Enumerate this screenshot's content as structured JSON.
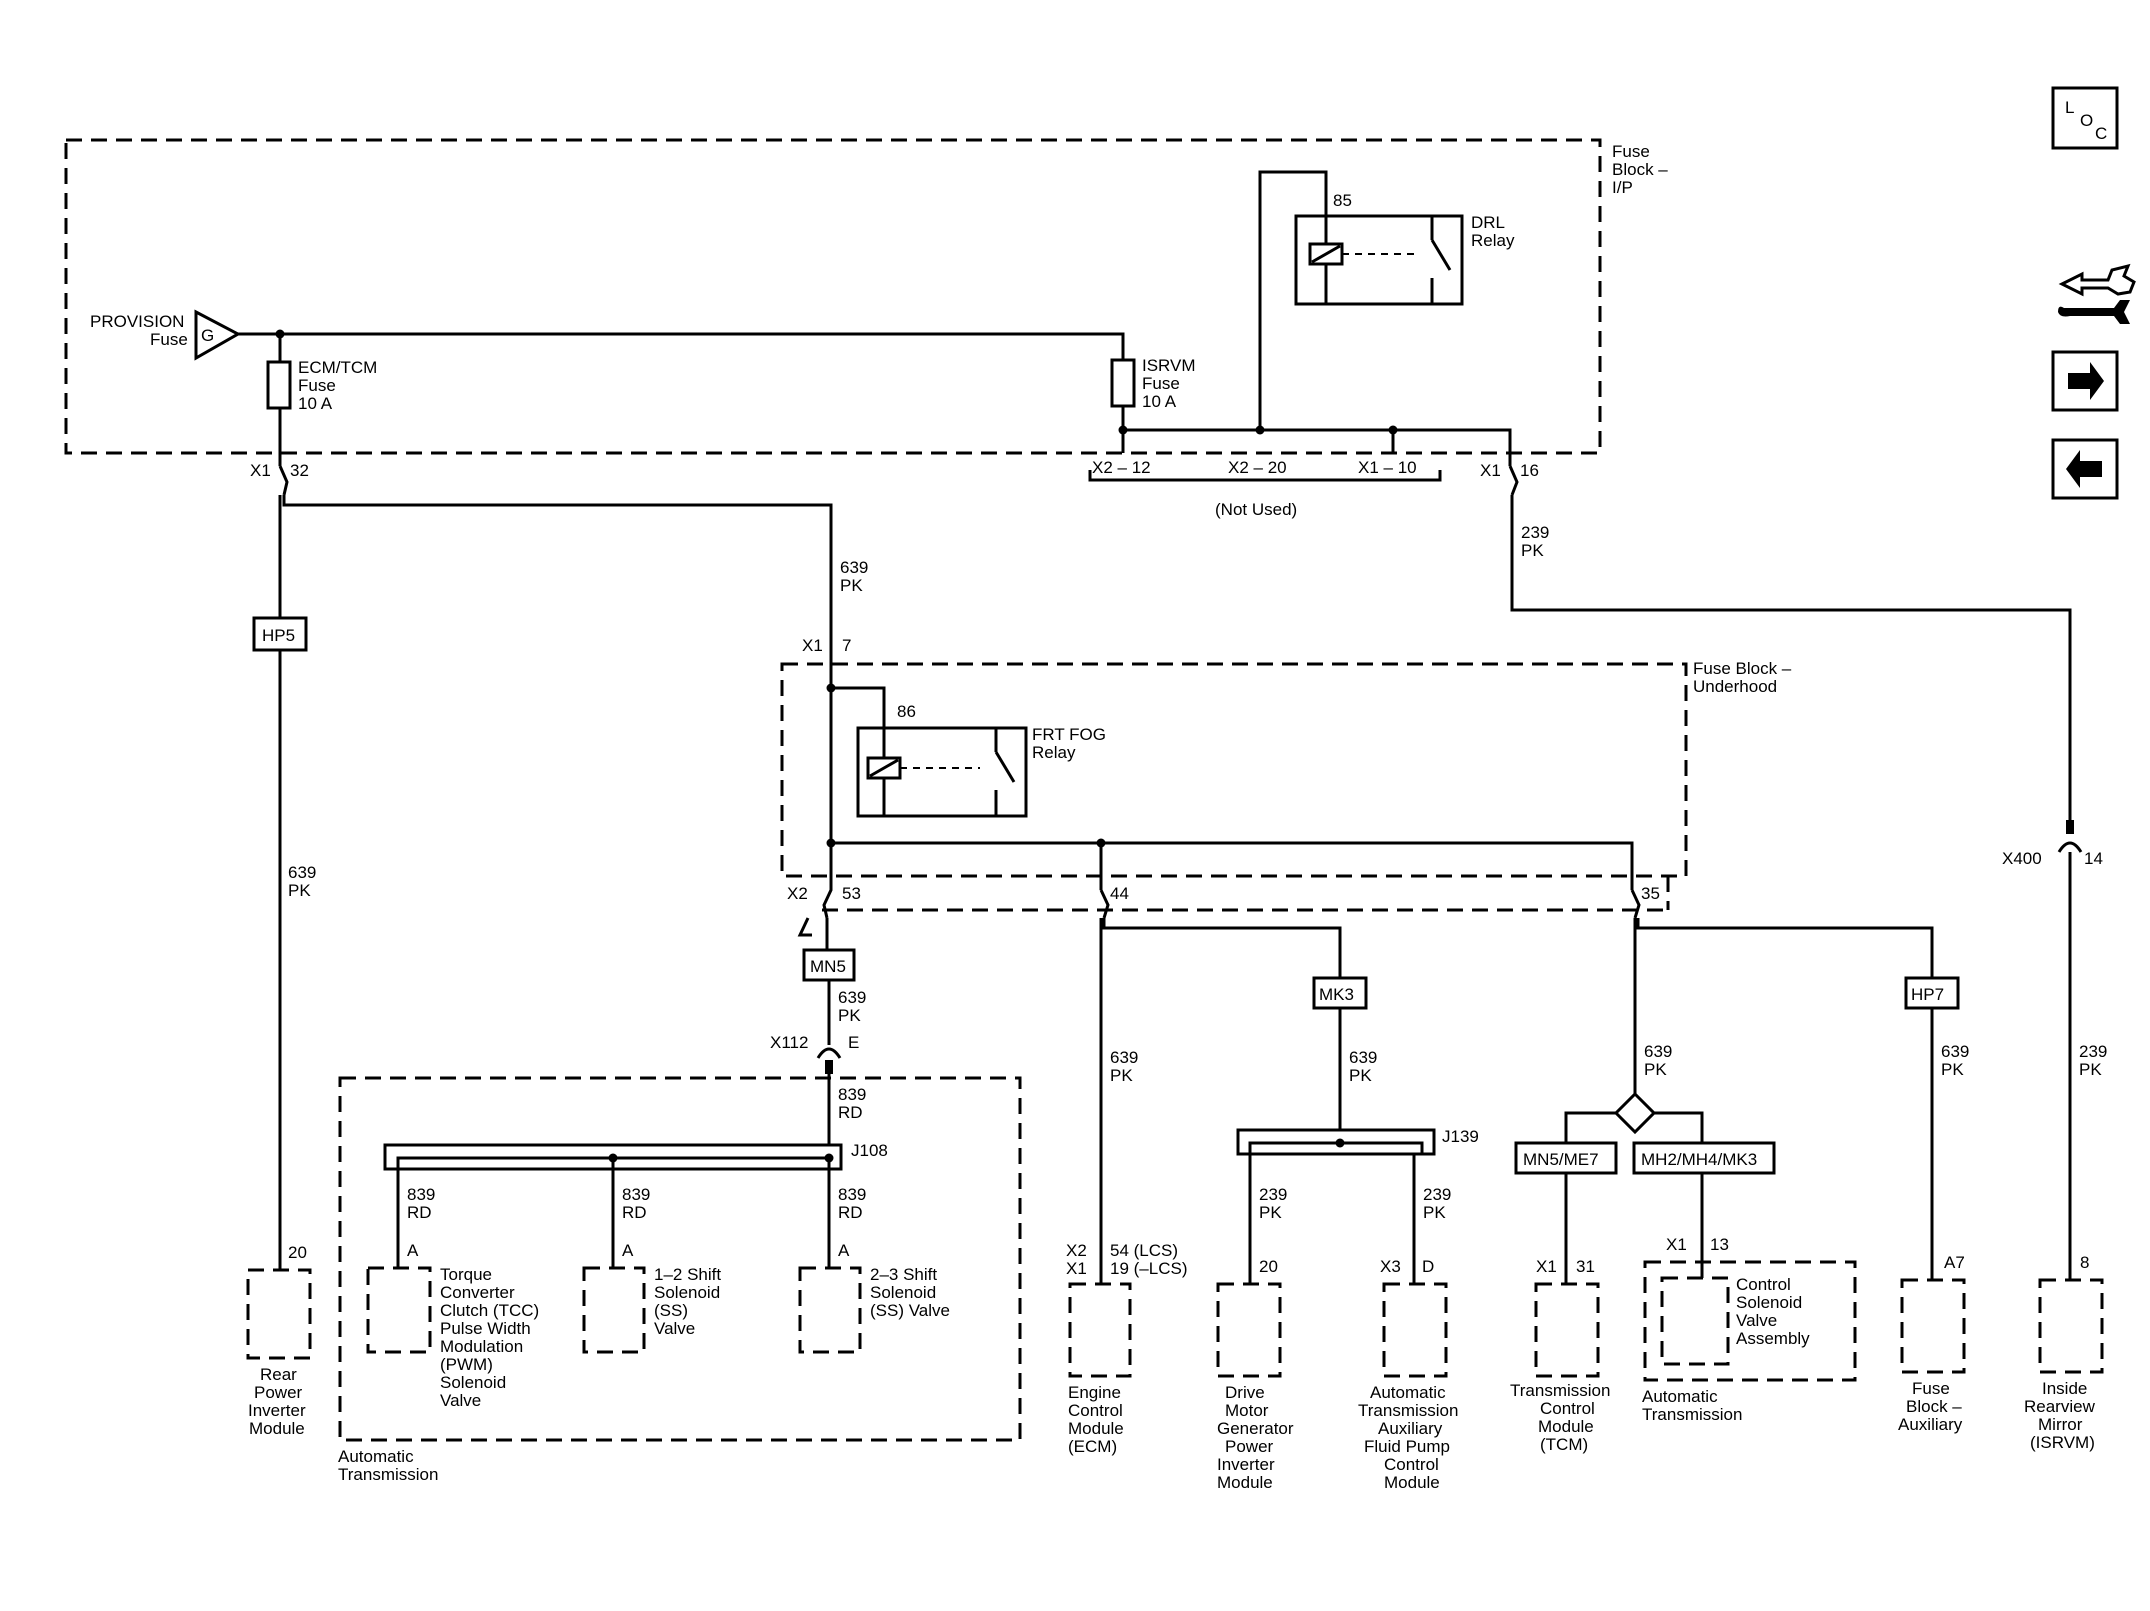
{
  "fuse_block_ip": {
    "label": [
      "Fuse",
      "Block –",
      "I/P"
    ]
  },
  "provision": {
    "label": "PROVISION",
    "sub": "Fuse",
    "g": "G"
  },
  "ecm_fuse": {
    "label": [
      "ECM/TCM",
      "Fuse",
      "10 A"
    ]
  },
  "isrvm_fuse": {
    "label": [
      "ISRVM",
      "Fuse",
      "10 A"
    ]
  },
  "drl_relay": {
    "pin": "85",
    "label": [
      "DRL",
      "Relay"
    ]
  },
  "ip_connectors": {
    "x1_32": "X1",
    "x1_32_pin": "32",
    "x2_12": "X2 – 12",
    "x2_20": "X2 – 20",
    "x1_10": "X1 – 10",
    "x1_16": "X1",
    "x1_16_pin": "16",
    "not_used": "(Not Used)"
  },
  "wire_239_top": [
    "239",
    "PK"
  ],
  "wire_639_mid": [
    "639",
    "PK"
  ],
  "wire_639_left": [
    "639",
    "PK"
  ],
  "hp5": "HP5",
  "fuse_block_underhood": {
    "label": [
      "Fuse Block –",
      "Underhood"
    ],
    "x1": "X1",
    "pin7": "7"
  },
  "frt_fog_relay": {
    "pin": "86",
    "label": [
      "FRT FOG",
      "Relay"
    ]
  },
  "underhood_pins": {
    "x2": "X2",
    "p53": "53",
    "p44": "44",
    "p35": "35"
  },
  "mn5": "MN5",
  "wire_639_mn5": [
    "639",
    "PK"
  ],
  "x112": {
    "label": "X112",
    "pin": "E"
  },
  "wire_839_main": [
    "839",
    "RD"
  ],
  "j108": "J108",
  "auto_trans_left": {
    "label": [
      "Automatic",
      "Transmission"
    ]
  },
  "tcc": {
    "wire": [
      "839",
      "RD"
    ],
    "pin": "A",
    "label": [
      "Torque",
      "Converter",
      "Clutch (TCC)",
      "Pulse Width",
      "Modulation",
      "(PWM)",
      "Solenoid",
      "Valve"
    ]
  },
  "ss12": {
    "wire": [
      "839",
      "RD"
    ],
    "pin": "A",
    "label": [
      "1–2 Shift",
      "Solenoid",
      "(SS)",
      "Valve"
    ]
  },
  "ss23": {
    "wire": [
      "839",
      "RD"
    ],
    "pin": "A",
    "label": [
      "2–3 Shift",
      "Solenoid",
      "(SS) Valve"
    ]
  },
  "rear_inverter": {
    "pin": "20",
    "label": [
      "Rear",
      "Power",
      "Inverter",
      "Module"
    ]
  },
  "ecm": {
    "wire": [
      "639",
      "PK"
    ],
    "conn": [
      "X2",
      "X1"
    ],
    "pins": [
      "54 (LCS)",
      "19 (–LCS)"
    ],
    "label": [
      "Engine",
      "Control",
      "Module",
      "(ECM)"
    ]
  },
  "mk3": "MK3",
  "wire_639_mk3": [
    "639",
    "PK"
  ],
  "j139": "J139",
  "dmg": {
    "wire": [
      "239",
      "PK"
    ],
    "pin": "20",
    "label": [
      "Drive",
      "Motor",
      "Generator",
      "Power",
      "Inverter",
      "Module"
    ]
  },
  "atafp": {
    "wire": [
      "239",
      "PK"
    ],
    "conn": "X3",
    "pin": "D",
    "label": [
      "Automatic",
      "Transmission",
      "Auxiliary",
      "Fluid Pump",
      "Control",
      "Module"
    ]
  },
  "wire_639_diamond": [
    "639",
    "PK"
  ],
  "mn5me7": "MN5/ME7",
  "mh2": "MH2/MH4/MK3",
  "tcm": {
    "conn": "X1",
    "pin": "31",
    "label": [
      "Transmission",
      "Control",
      "Module",
      "(TCM)"
    ]
  },
  "csva": {
    "conn": "X1",
    "pin": "13",
    "label": [
      "Control",
      "Solenoid",
      "Valve",
      "Assembly"
    ],
    "group": [
      "Automatic",
      "Transmission"
    ]
  },
  "hp7": "HP7",
  "wire_639_hp7": [
    "639",
    "PK"
  ],
  "fuse_aux": {
    "pin": "A7",
    "label": [
      "Fuse",
      "Block –",
      "Auxiliary"
    ]
  },
  "x400": {
    "label": "X400",
    "pin": "14"
  },
  "wire_239_right": [
    "239",
    "PK"
  ],
  "isrvm": {
    "pin": "8",
    "label": [
      "Inside",
      "Rearview",
      "Mirror",
      "(ISRVM)"
    ]
  },
  "loc_icon": {
    "l": "L",
    "o": "O",
    "c": "C"
  }
}
